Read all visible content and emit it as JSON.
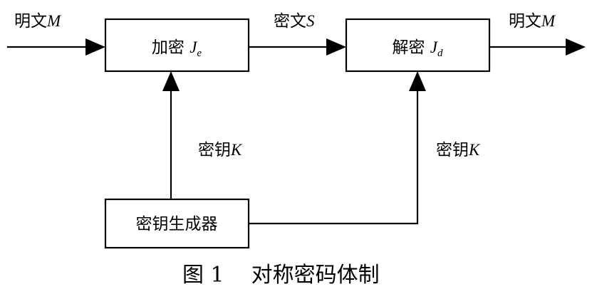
{
  "inputs": {
    "plaintext_in": {
      "text": "明文",
      "var": "M"
    },
    "ciphertext": {
      "text": "密文",
      "var": "S"
    },
    "plaintext_out": {
      "text": "明文",
      "var": "M"
    }
  },
  "boxes": {
    "encrypt": {
      "text": "加密 ",
      "var": "J",
      "sub": "e"
    },
    "decrypt": {
      "text": "解密 ",
      "var": "J",
      "sub": "d"
    },
    "keygen": {
      "text": "密钥生成器"
    }
  },
  "keys": {
    "left": {
      "text": "密钥",
      "var": "K"
    },
    "right": {
      "text": "密钥",
      "var": "K"
    }
  },
  "caption": {
    "number": "图 1",
    "title": "对称密码体制"
  }
}
